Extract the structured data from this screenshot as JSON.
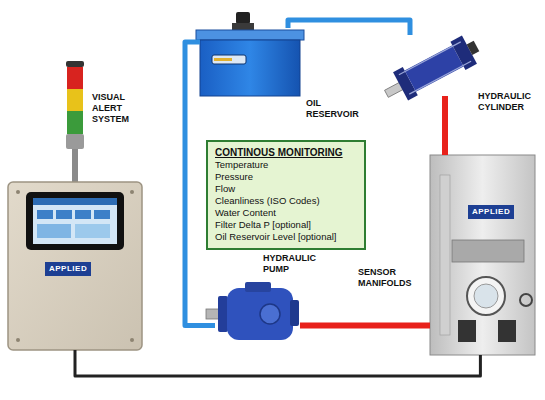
{
  "diagram": {
    "nodes": [
      {
        "text": [
          "VISUAL ALERT SYSTEM"
        ]
      },
      {
        "text": [
          "OIL RESERVOIR"
        ]
      },
      {
        "text": [
          "HYDRAULIC CYLINDER"
        ]
      },
      {
        "text": [
          "CONTINOUS MONITORING",
          "Temperature",
          "Pressure",
          "Flow",
          "Cleanliness (ISO Codes)",
          "Water Content",
          "Filter Delta P [optional]",
          "Oil Reservoir Level [optional]"
        ]
      },
      {
        "text": [
          "HYDRAULIC PUMP"
        ]
      },
      {
        "text": [
          "SENSOR MANIFOLDS",
          "APPLIED"
        ]
      },
      {
        "text": [
          "APPLIED"
        ]
      }
    ],
    "edges": [
      {
        "from": 1,
        "to": 2,
        "arrow": "none"
      },
      {
        "from": 2,
        "to": 5,
        "arrow": "none"
      },
      {
        "from": 1,
        "to": 4,
        "arrow": "none"
      },
      {
        "from": 4,
        "to": 5,
        "arrow": "none"
      },
      {
        "from": 6,
        "to": 5,
        "arrow": "none"
      }
    ]
  }
}
